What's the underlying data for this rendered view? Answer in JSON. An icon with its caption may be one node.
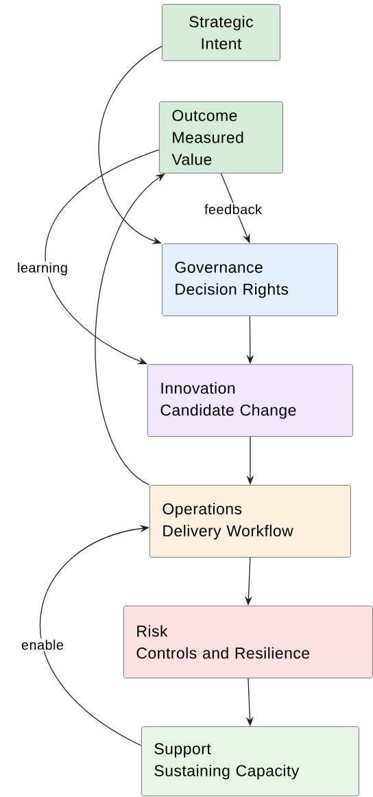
{
  "diagram": {
    "nodes": [
      {
        "text": [
          "Strategic Intent"
        ]
      },
      {
        "text": [
          "Outcome",
          "Measured Value"
        ]
      },
      {
        "text": [
          "Governance",
          "Decision Rights"
        ]
      },
      {
        "text": [
          "Innovation",
          "Candidate Change"
        ]
      },
      {
        "text": [
          "Operations",
          "Delivery Workflow"
        ]
      },
      {
        "text": [
          "Risk",
          "Controls and Resilience"
        ]
      },
      {
        "text": [
          "Support",
          "Sustaining Capacity"
        ]
      }
    ],
    "edges": [
      {
        "from": 0,
        "to": 2,
        "arrow": "to"
      },
      {
        "from": 1,
        "to": 2,
        "arrow": "to",
        "label": "feedback"
      },
      {
        "from": 1,
        "to": 3,
        "arrow": "to",
        "label": "learning"
      },
      {
        "from": 2,
        "to": 3,
        "arrow": "to"
      },
      {
        "from": 3,
        "to": 4,
        "arrow": "to"
      },
      {
        "from": 4,
        "to": 1,
        "arrow": "to"
      },
      {
        "from": 4,
        "to": 5,
        "arrow": "to"
      },
      {
        "from": 5,
        "to": 6,
        "arrow": "to"
      },
      {
        "from": 6,
        "to": 4,
        "arrow": "to",
        "label": "enable"
      }
    ]
  }
}
